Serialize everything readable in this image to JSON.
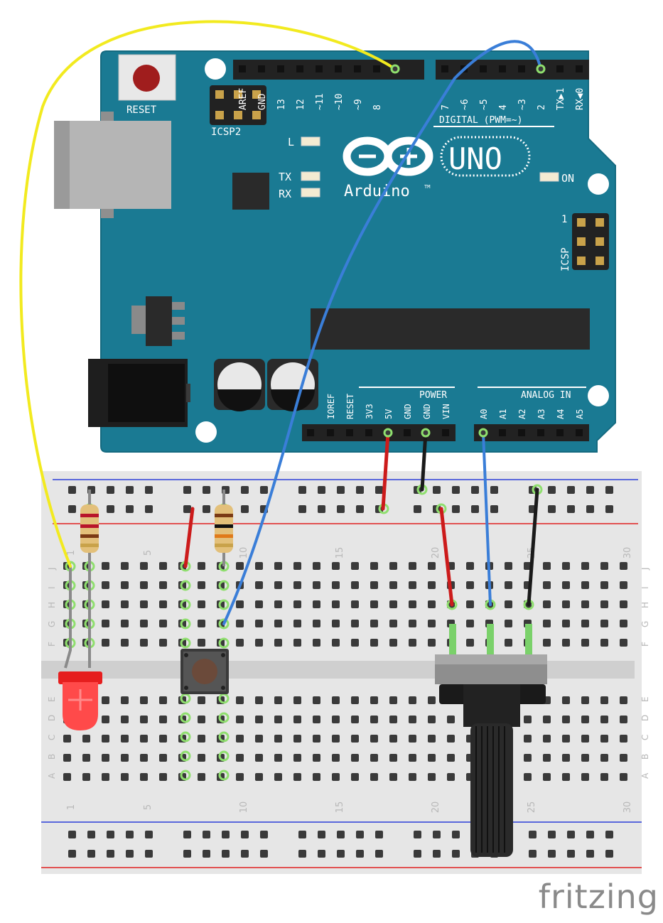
{
  "board": {
    "reset_label": "RESET",
    "icsp2_label": "ICSP2",
    "icsp_label": "ICSP",
    "icsp_pin1": "1",
    "digital_label": "DIGITAL (PWM=~)",
    "led_l": "L",
    "led_tx": "TX",
    "led_rx": "RX",
    "led_on": "ON",
    "brand": "Arduino",
    "tm": "TM",
    "model": "UNO",
    "power_label": "POWER",
    "analog_label": "ANALOG IN",
    "digital_pins": [
      "AREF",
      "GND",
      "13",
      "12",
      "~11",
      "~10",
      "~9",
      "8",
      "7",
      "~6",
      "~5",
      "4",
      "~3",
      "2",
      "TX▶1",
      "RX◀0"
    ],
    "power_pins": [
      "IOREF",
      "RESET",
      "3V3",
      "5V",
      "GND",
      "GND",
      "VIN"
    ],
    "analog_pins": [
      "A0",
      "A1",
      "A2",
      "A3",
      "A4",
      "A5"
    ]
  },
  "breadboard": {
    "row_letters_top": [
      "J",
      "I",
      "H",
      "G",
      "F"
    ],
    "row_letters_bottom": [
      "E",
      "D",
      "C",
      "B",
      "A"
    ],
    "column_numbers": [
      "1",
      "5",
      "10",
      "15",
      "20",
      "25",
      "30"
    ]
  },
  "wire_colors": {
    "yellow": "#f2ea1f",
    "blue": "#3a7ed8",
    "red": "#cc1b1b",
    "black": "#1a1a1a"
  },
  "footer": {
    "logo": "fritzing"
  }
}
